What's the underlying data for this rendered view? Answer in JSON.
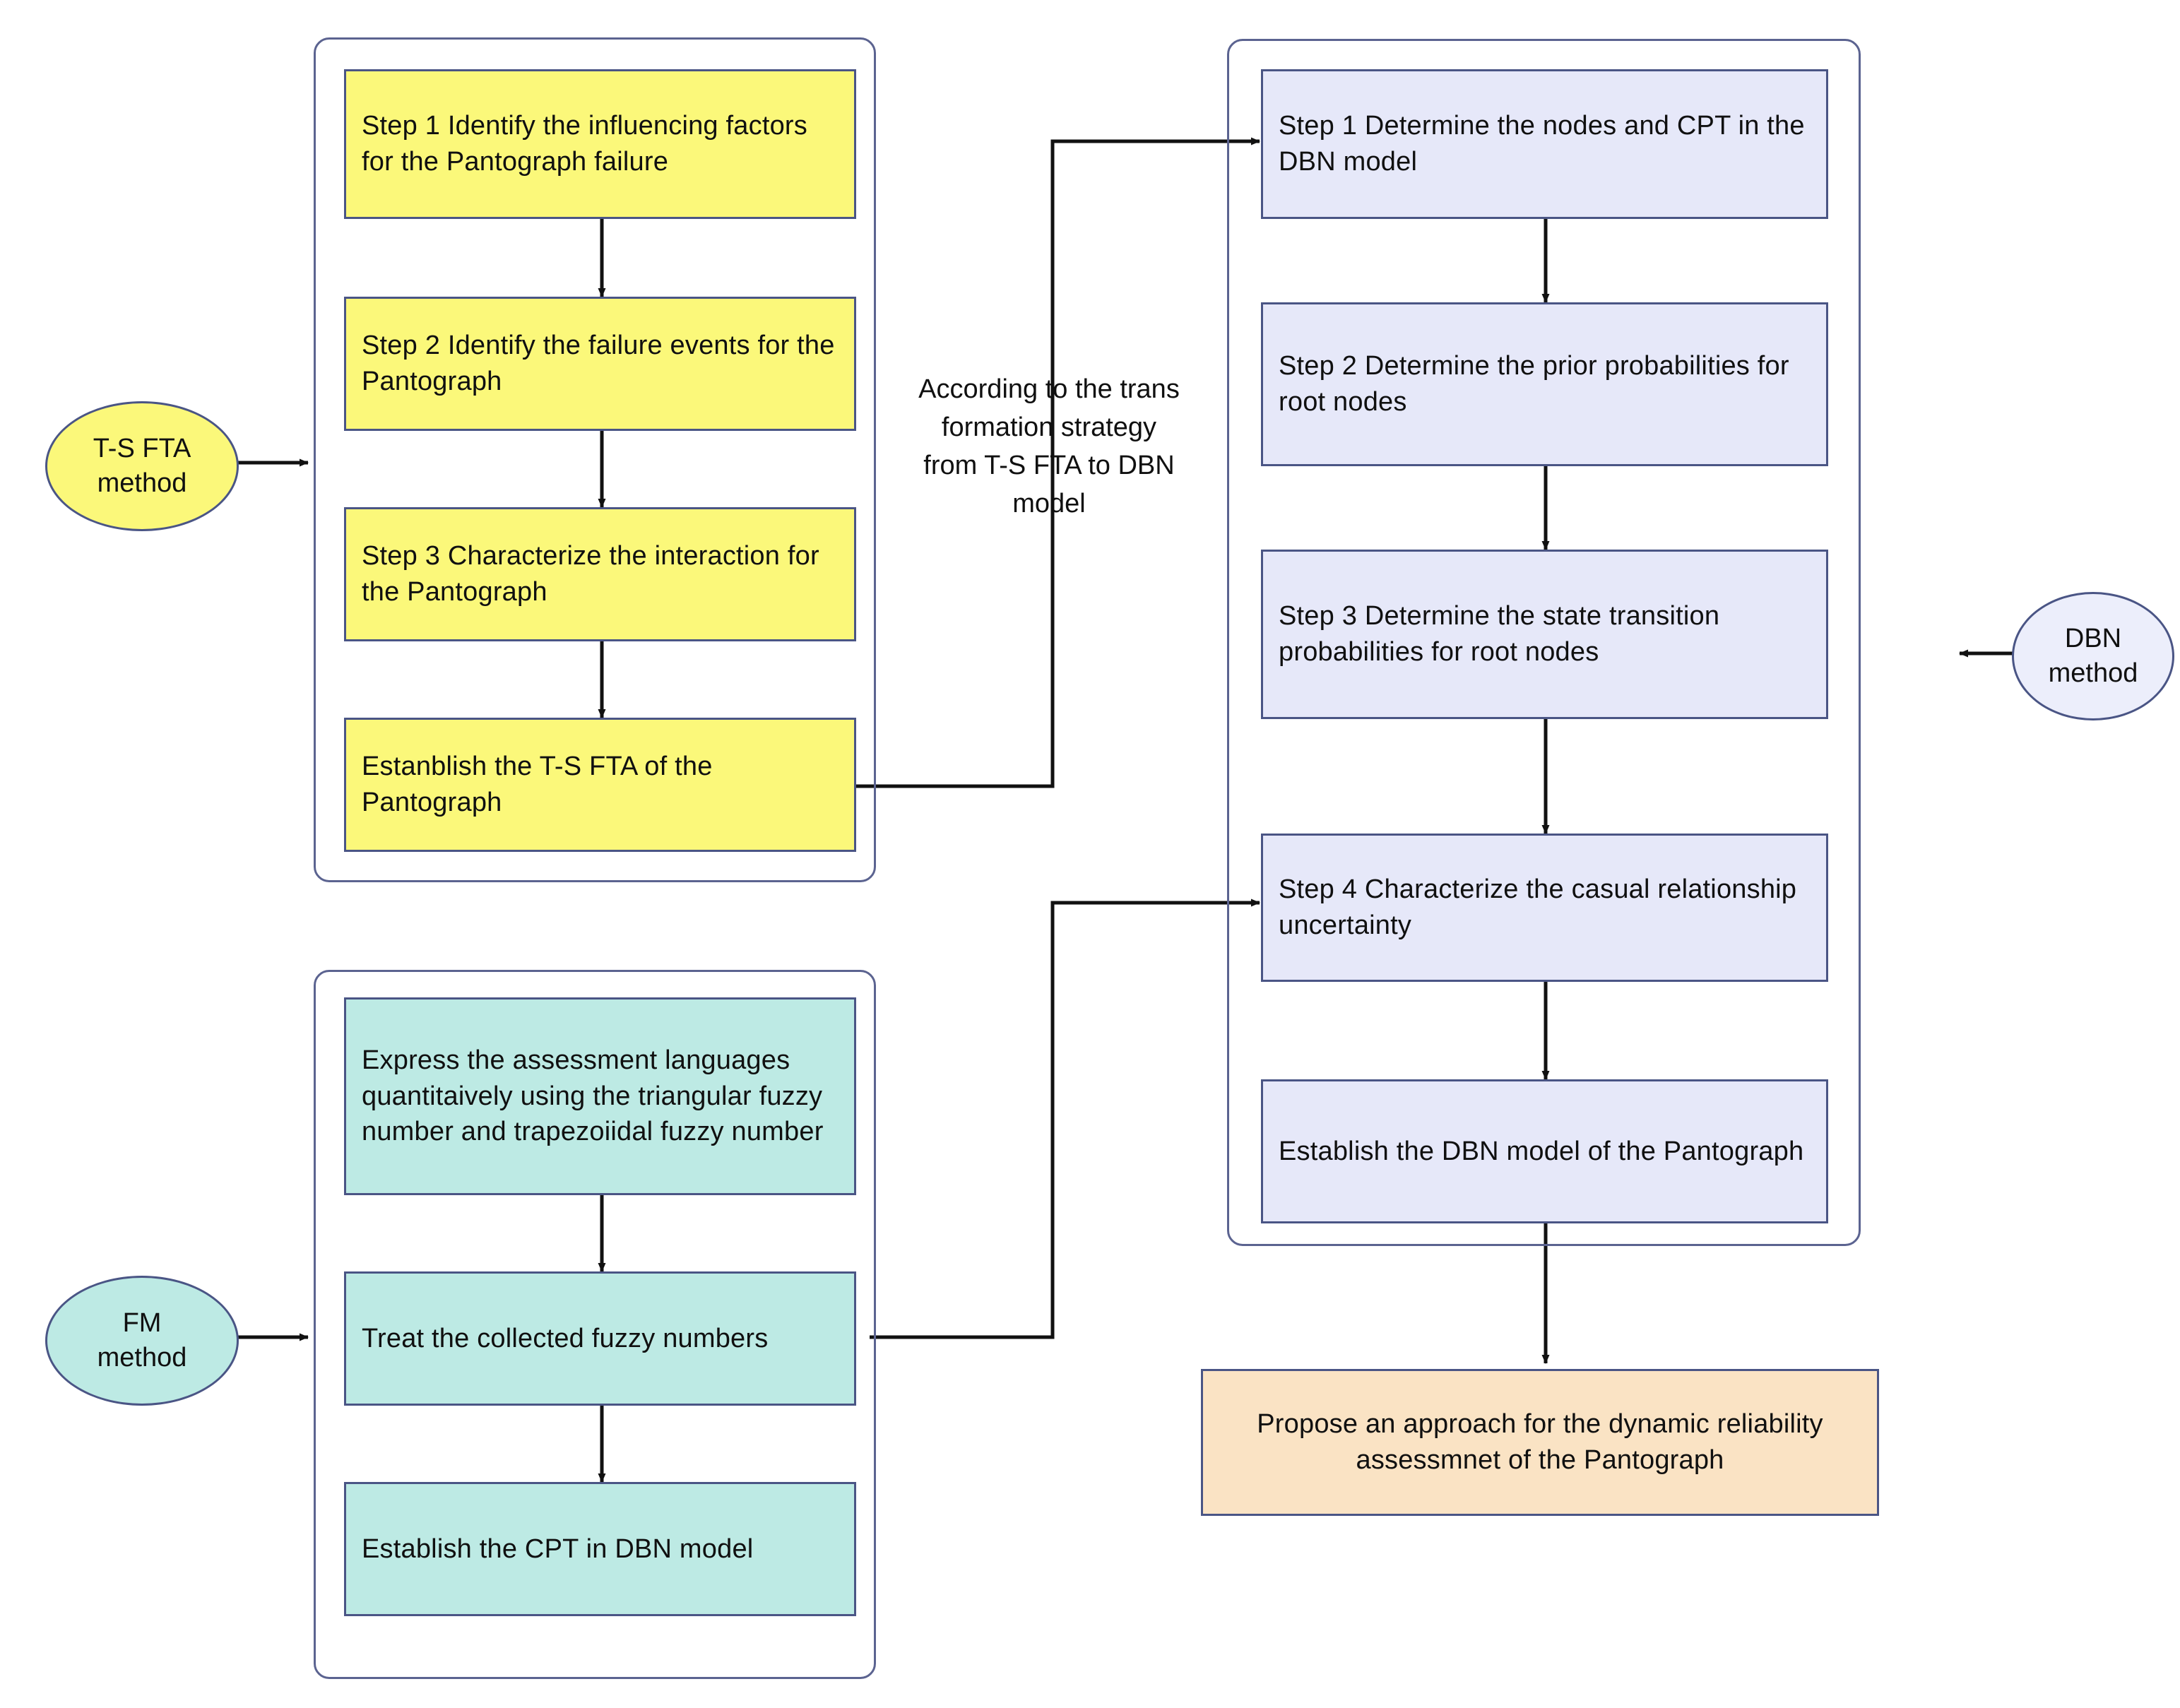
{
  "diagram": {
    "title_text": "",
    "colors": {
      "yellow": "#fbf87a",
      "lavender": "#e6e8f9",
      "teal": "#bdeae4",
      "peach": "#fae3c4",
      "border": "#4a5585",
      "group_border": "#5b6390",
      "arrow": "#111111"
    },
    "entry_nodes": [
      {
        "id": "ts-fta-method",
        "label": "T-S FTA\nmethod",
        "shape": "ellipse",
        "fill": "yellow"
      },
      {
        "id": "fm-method",
        "label": "FM\nmethod",
        "shape": "ellipse",
        "fill": "teal"
      },
      {
        "id": "dbn-method",
        "label": "DBN\nmethod",
        "shape": "ellipse",
        "fill": "lavender"
      }
    ],
    "groups": [
      {
        "id": "ts-fta-group",
        "fill": "yellow",
        "steps": [
          {
            "id": "ts-step-1",
            "text": "Step 1 Identify the influencing factors for the Pantograph failure"
          },
          {
            "id": "ts-step-2",
            "text": "Step 2 Identify the failure events for the Pantograph"
          },
          {
            "id": "ts-step-3",
            "text": "Step 3 Characterize the interaction for the Pantograph"
          },
          {
            "id": "ts-step-4",
            "text": "Estanblish the T-S FTA of the Pantograph"
          }
        ]
      },
      {
        "id": "fm-group",
        "fill": "teal",
        "steps": [
          {
            "id": "fm-step-1",
            "text": "Express the assessment languages quantitaively using the triangular fuzzy number and trapezoiidal fuzzy number"
          },
          {
            "id": "fm-step-2",
            "text": "Treat the collected fuzzy numbers"
          },
          {
            "id": "fm-step-3",
            "text": "Establish the CPT in DBN model"
          }
        ]
      },
      {
        "id": "dbn-group",
        "fill": "lavender",
        "steps": [
          {
            "id": "dbn-step-1",
            "text": "Step 1 Determine the nodes and CPT in the DBN model"
          },
          {
            "id": "dbn-step-2",
            "text": "Step 2 Determine the prior probabilities for root nodes"
          },
          {
            "id": "dbn-step-3",
            "text": "Step 3 Determine the state transition probabilities for root nodes"
          },
          {
            "id": "dbn-step-4",
            "text": "Step 4 Characterize the casual relationship uncertainty"
          },
          {
            "id": "dbn-step-5",
            "text": "Establish the DBN model of the Pantograph"
          }
        ]
      }
    ],
    "connector_label": "According to the trans formation strategy from T-S FTA to DBN model",
    "outcome": {
      "id": "outcome-box",
      "text": "Propose an approach for the dynamic reliability assessmnet of the Pantograph",
      "fill": "peach"
    }
  }
}
